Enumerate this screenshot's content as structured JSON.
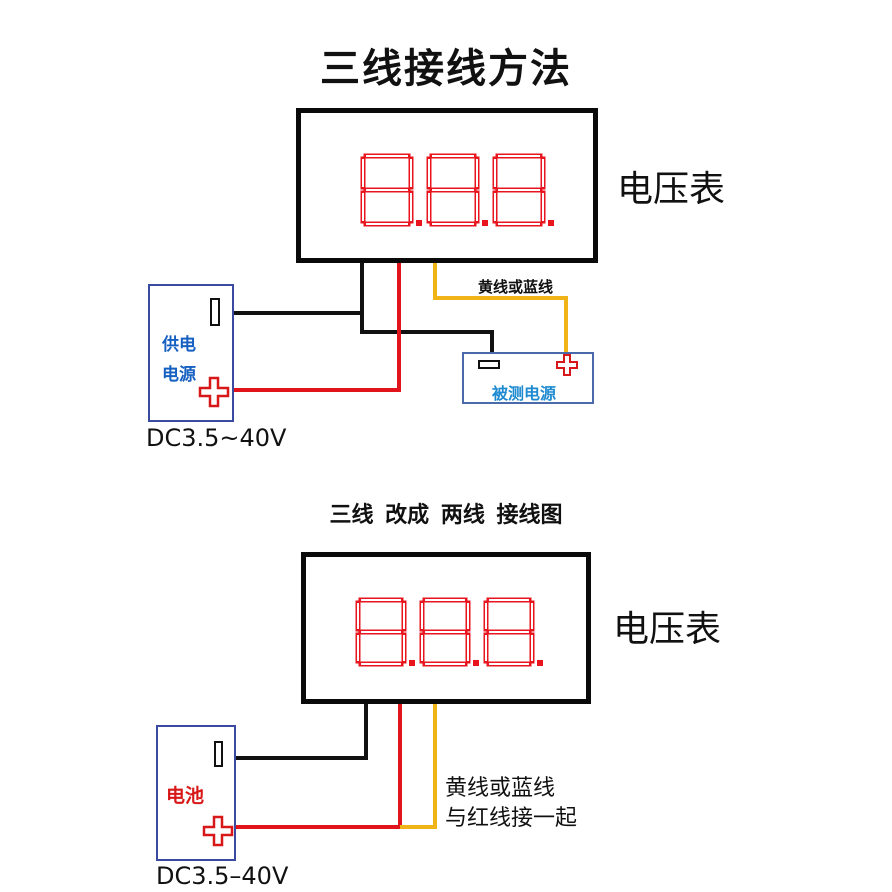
{
  "top": {
    "title": "三线接线方法",
    "meter_label": "电压表",
    "supply_label_line1": "供电",
    "supply_label_line2": "电源",
    "supply_range": "DC3.5~40V",
    "wire_note": "黄线或蓝线",
    "measured_label": "被测电源"
  },
  "bottom": {
    "title": "三线 改成 两线 接线图",
    "meter_label": "电压表",
    "battery_label": "电池",
    "supply_range": "DC3.5–40V",
    "wire_note_line1": "黄线或蓝线",
    "wire_note_line2": "与红线接一起"
  },
  "colors": {
    "segment": "#e8141e",
    "wire_black": "#111111",
    "wire_red": "#e0141a",
    "wire_yellow": "#f0b418",
    "box_border": "#3a4aa0"
  },
  "icons": [
    "minus-terminal-icon",
    "plus-terminal-icon"
  ]
}
